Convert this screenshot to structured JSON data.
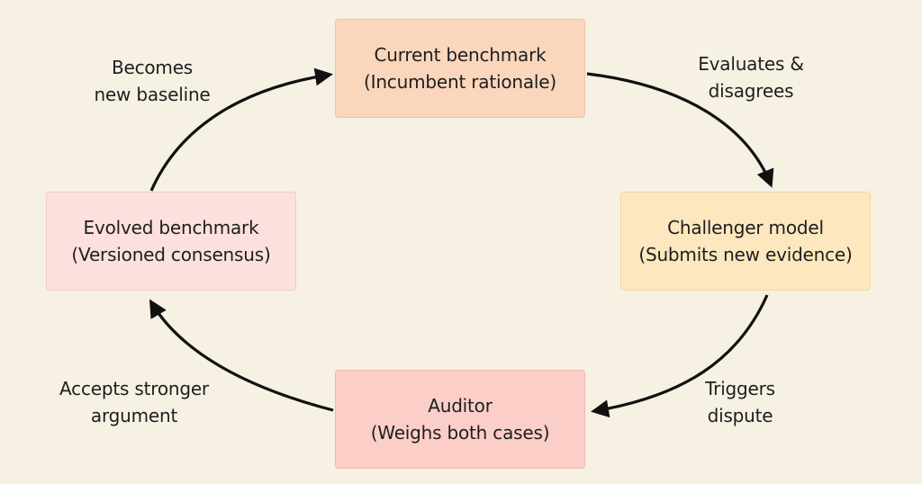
{
  "nodes": {
    "current": {
      "line1": "Current benchmark",
      "line2": "(Incumbent rationale)",
      "fill": "#fad6bd",
      "border": "#f1c3a4"
    },
    "challenger": {
      "line1": "Challenger model",
      "line2": "(Submits new evidence)",
      "fill": "#fde7be",
      "border": "#f4d69f"
    },
    "auditor": {
      "line1": "Auditor",
      "line2": "(Weighs both cases)",
      "fill": "#fbcfc8",
      "border": "#f0b9b1"
    },
    "evolved": {
      "line1": "Evolved benchmark",
      "line2": "(Versioned consensus)",
      "fill": "#fce0dd",
      "border": "#f1cbc7"
    }
  },
  "edges": {
    "current_to_challenger": {
      "line1": "Evaluates &",
      "line2": "disagrees"
    },
    "challenger_to_auditor": {
      "line1": "Triggers",
      "line2": "dispute"
    },
    "auditor_to_evolved": {
      "line1": "Accepts stronger",
      "line2": "argument"
    },
    "evolved_to_current": {
      "line1": "Becomes",
      "line2": "new baseline"
    }
  },
  "colors": {
    "background": "#f6f1e3",
    "arrow": "#111111",
    "text": "#1e1e1e"
  }
}
